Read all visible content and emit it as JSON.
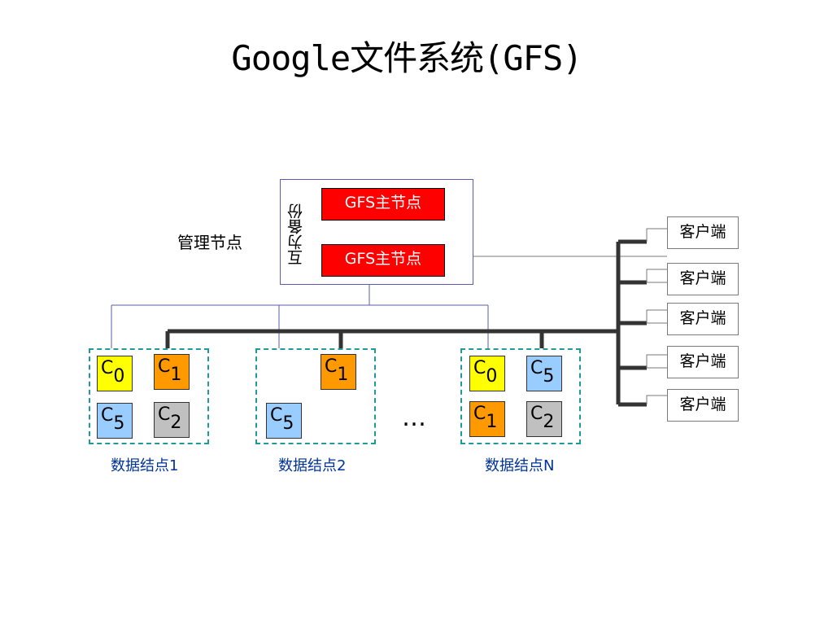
{
  "title": "Google文件系统(GFS)",
  "master_group": {
    "backup_label": "互为备份",
    "masters": [
      "GFS主节点",
      "GFS主节点"
    ],
    "management_label": "管理节点"
  },
  "clients": [
    "客户端",
    "客户端",
    "客户端",
    "客户端",
    "客户端"
  ],
  "data_nodes": [
    {
      "label": "数据结点1",
      "chunks": [
        {
          "letter": "C",
          "index": "0",
          "color": "#ffff00"
        },
        {
          "letter": "C",
          "index": "1",
          "color": "#ff9900"
        },
        {
          "letter": "C",
          "index": "5",
          "color": "#99ccff"
        },
        {
          "letter": "C",
          "index": "2",
          "color": "#c0c0c0"
        }
      ]
    },
    {
      "label": "数据结点2",
      "chunks": [
        {
          "letter": "C",
          "index": "1",
          "color": "#ff9900"
        },
        {
          "letter": "C",
          "index": "5",
          "color": "#99ccff"
        }
      ]
    },
    {
      "label": "数据结点N",
      "chunks": [
        {
          "letter": "C",
          "index": "0",
          "color": "#ffff00"
        },
        {
          "letter": "C",
          "index": "5",
          "color": "#99ccff"
        },
        {
          "letter": "C",
          "index": "1",
          "color": "#ff9900"
        },
        {
          "letter": "C",
          "index": "2",
          "color": "#c0c0c0"
        }
      ]
    }
  ],
  "ellipsis": "…"
}
